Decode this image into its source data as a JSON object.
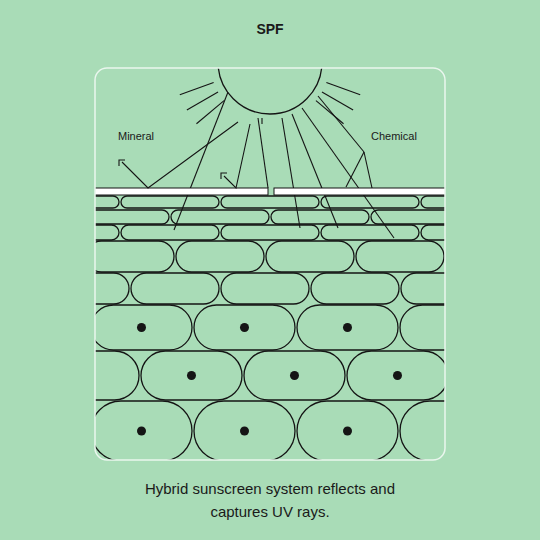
{
  "diagram": {
    "title": "SPF",
    "caption": "Hybrid sunscreen system reflects and captures UV rays.",
    "labels": [
      "Mineral",
      "Chemical"
    ]
  }
}
